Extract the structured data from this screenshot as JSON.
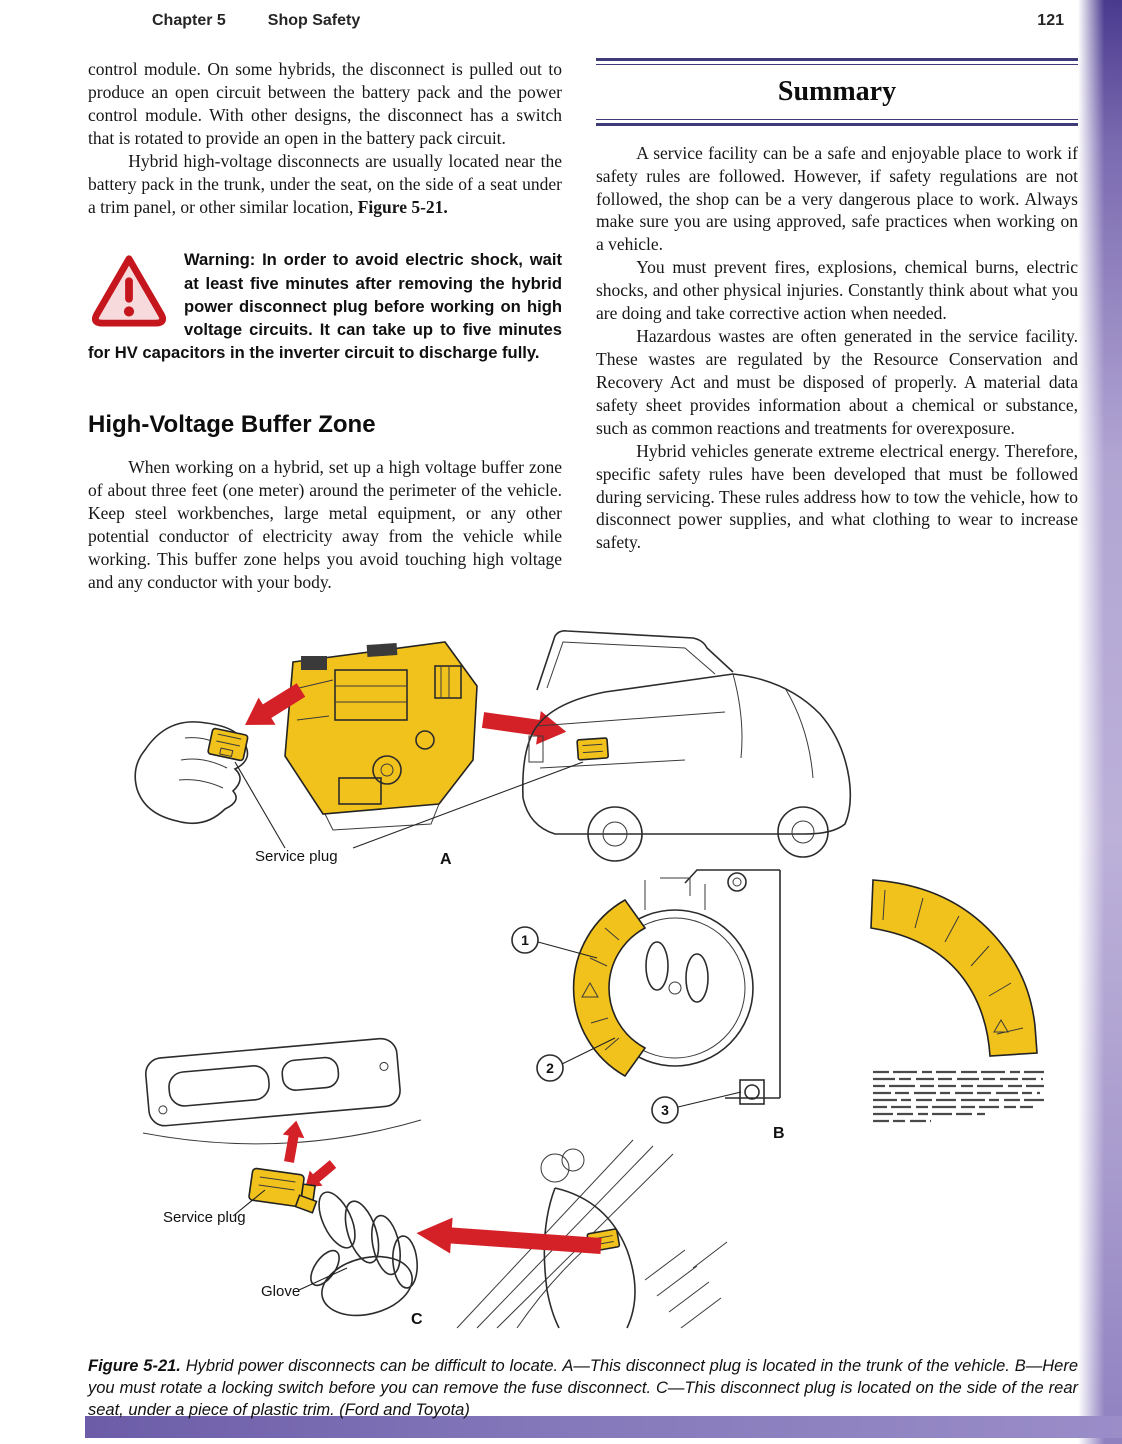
{
  "header": {
    "chapter": "Chapter 5",
    "section": "Shop Safety",
    "page_number": "121"
  },
  "left_column": {
    "para1": "control module. On some hybrids, the disconnect is pulled out to produce an open circuit between the battery pack and the power control module. With other designs, the disconnect has a switch that is rotated to provide an open in the battery pack circuit.",
    "para2": "Hybrid high-voltage disconnects are usually located near the battery pack in the trunk, under the seat, on the side of a seat under a trim panel, or other similar location, ",
    "para2_figref": "Figure 5-21.",
    "warning_text": "Warning: In order to avoid electric shock, wait at least five minutes after removing the hybrid power disconnect plug before working on high voltage circuits. It can take up to five minutes for HV capacitors in the inverter circuit to discharge fully.",
    "heading": "High-Voltage Buffer Zone",
    "para3": "When working on a hybrid, set up a high voltage buffer zone of about three feet (one meter) around the perimeter of the vehicle. Keep steel workbenches, large metal equipment, or any other potential conductor of electricity away from the vehicle while working. This buffer zone helps you avoid touching high voltage and any conductor with your body."
  },
  "right_column": {
    "heading": "Summary",
    "para1": "A service facility can be a safe and enjoyable place to work if safety rules are followed. However, if safety regulations are not followed, the shop can be a very dangerous place to work. Always make sure you are using approved, safe practices when working on a vehicle.",
    "para2": "You must prevent fires, explosions, chemical burns, electric shocks, and other physical injuries. Constantly think about what you are doing and take corrective action when needed.",
    "para3": "Hazardous wastes are often generated in the service facility. These wastes are regulated by the Resource Conservation and Recovery Act and must be disposed of properly. A material data safety sheet provides information about a chemical or substance, such as common reactions and treatments for overexposure.",
    "para4": "Hybrid vehicles generate extreme electrical energy. Therefore, specific safety rules have been developed that must be followed during servicing. These rules address how to tow the vehicle, how to disconnect power supplies, and what clothing to wear to increase safety."
  },
  "figure": {
    "labels": {
      "service_plug_a": "Service plug",
      "service_plug_c": "Service plug",
      "glove": "Glove",
      "panel_a": "A",
      "panel_b": "B",
      "panel_c": "C"
    },
    "callouts": [
      "1",
      "2",
      "3"
    ],
    "caption_label": "Figure 5-21.",
    "caption_text": " Hybrid power disconnects can be difficult to locate. A—This disconnect plug is located in the trunk of the vehicle. B—Here you must rotate a locking switch before you can remove the fuse disconnect. C—This disconnect plug is located on the side of the rear seat, under a piece of plastic trim. (Ford and Toyota)"
  },
  "colors": {
    "accent_purple": "#6c5ca8",
    "rule_purple": "#3f3a78",
    "warning_red": "#c4161c",
    "highlight_yellow": "#f2c21c",
    "arrow_red": "#d42127"
  }
}
